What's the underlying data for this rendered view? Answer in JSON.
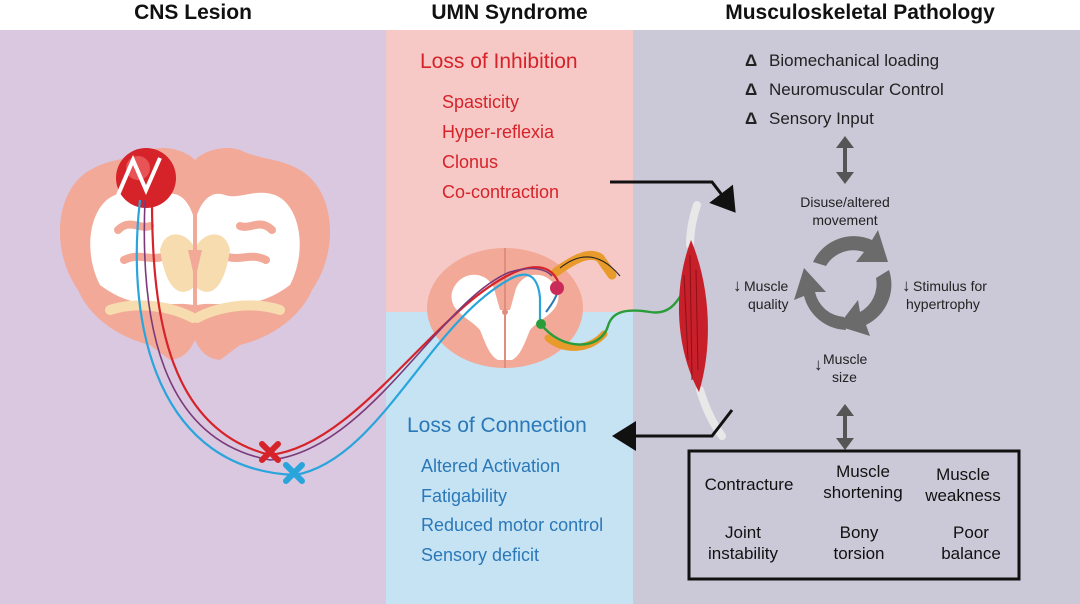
{
  "titles": {
    "cns": "CNS Lesion",
    "umn": "UMN Syndrome",
    "msk": "Musculoskeletal Pathology"
  },
  "inhibition": {
    "heading": "Loss of Inhibition",
    "items": [
      "Spasticity",
      "Hyper-reflexia",
      "Clonus",
      "Co-contraction"
    ]
  },
  "connection": {
    "heading": "Loss of Connection",
    "items": [
      "Altered Activation",
      "Fatigability",
      "Reduced motor control",
      "Sensory deficit"
    ]
  },
  "deltas": {
    "symbol": "Δ",
    "items": [
      "Biomechanical loading",
      "Neuromuscular Control",
      "Sensory Input"
    ]
  },
  "cycle": {
    "top": [
      "Disuse/altered",
      "movement"
    ],
    "left": [
      "Muscle",
      "quality"
    ],
    "right": [
      "Stimulus for",
      "hypertrophy"
    ],
    "bottom": [
      "Muscle",
      "size"
    ],
    "arrow_glyph": "↓"
  },
  "outcomes": [
    [
      "Contracture"
    ],
    [
      "Muscle",
      "shortening"
    ],
    [
      "Muscle",
      "weakness"
    ],
    [
      "Joint",
      "instability"
    ],
    [
      "Bony",
      "torsion"
    ],
    [
      "Poor",
      "balance"
    ]
  ],
  "colors": {
    "cns_bg": "#d9c8e0",
    "inhibition_bg": "#f6c9c7",
    "connection_bg": "#c6e3f4",
    "msk_bg": "#cbc9d8",
    "red": "#d6232a",
    "blue": "#2a78b8",
    "brain_gray": "#f2a998",
    "brain_white": "#ffffff",
    "deep": "#f6dcae"
  }
}
